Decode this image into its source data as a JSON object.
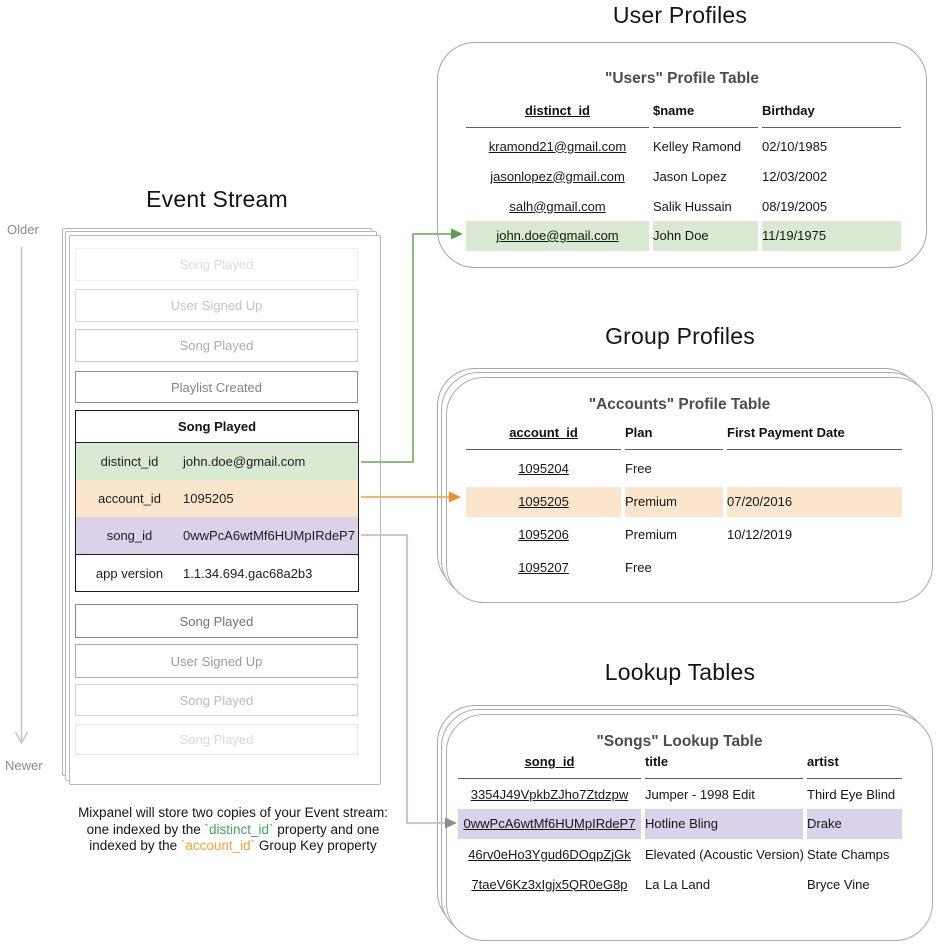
{
  "event_stream": {
    "title": "Event Stream",
    "older_label": "Older",
    "newer_label": "Newer",
    "items_above": [
      "Song Played",
      "User Signed Up",
      "Song Played",
      "Playlist Created"
    ],
    "detail": {
      "header": "Song Played",
      "rows": [
        {
          "key": "distinct_id",
          "value": "john.doe@gmail.com"
        },
        {
          "key": "account_id",
          "value": "1095205"
        },
        {
          "key": "song_id",
          "value": "0wwPcA6wtMf6HUMpIRdeP7"
        },
        {
          "key": "app version",
          "value": "1.1.34.694.gac68a2b3"
        }
      ]
    },
    "items_below": [
      "Song Played",
      "User Signed Up",
      "Song Played",
      "Song Played"
    ]
  },
  "user_profiles": {
    "section_title": "User Profiles",
    "table_title": "\"Users\" Profile Table",
    "columns": [
      "distinct_id",
      "$name",
      "Birthday"
    ],
    "rows": [
      [
        "kramond21@gmail.com",
        "Kelley Ramond",
        "02/10/1985"
      ],
      [
        "jasonlopez@gmail.com",
        "Jason Lopez",
        "12/03/2002"
      ],
      [
        "salh@gmail.com",
        "Salik Hussain",
        "08/19/2005"
      ],
      [
        "john.doe@gmail.com",
        "John Doe",
        "11/19/1975"
      ]
    ],
    "highlighted_row": 3
  },
  "group_profiles": {
    "section_title": "Group Profiles",
    "table_title": "\"Accounts\" Profile Table",
    "columns": [
      "account_id",
      "Plan",
      "First Payment Date"
    ],
    "rows": [
      [
        "1095204",
        "Free",
        ""
      ],
      [
        "1095205",
        "Premium",
        "07/20/2016"
      ],
      [
        "1095206",
        "Premium",
        "10/12/2019"
      ],
      [
        "1095207",
        "Free",
        ""
      ]
    ],
    "highlighted_row": 1
  },
  "lookup_tables": {
    "section_title": "Lookup Tables",
    "table_title": "\"Songs\" Lookup Table",
    "columns": [
      "song_id",
      "title",
      "artist"
    ],
    "rows": [
      [
        "3354J49VpkbZJho7Ztdzpw",
        "Jumper - 1998 Edit",
        "Third Eye Blind"
      ],
      [
        "0wwPcA6wtMf6HUMpIRdeP7",
        "Hotline Bling",
        "Drake"
      ],
      [
        "46rv0eHo3Ygud6DOqpZjGk",
        "Elevated (Acoustic Version)",
        "State Champs"
      ],
      [
        "7taeV6Kz3xIgjx5QR0eG8p",
        "La La Land",
        "Bryce Vine"
      ]
    ],
    "highlighted_row": 1
  },
  "footnote": {
    "line1": "Mixpanel will store two copies of your Event stream:",
    "line2_pre": "one indexed by the ",
    "line2_code": "`distinct_id`",
    "line2_post": " property and one",
    "line3_pre": "indexed by the ",
    "line3_code": "`account_id`",
    "line3_post": " Group Key property"
  },
  "colors": {
    "highlight_green": "#d9ead3",
    "highlight_orange": "#fce5cd",
    "highlight_purple": "#d9d2e9",
    "arrow_green": "#7fb569",
    "arrow_orange": "#f3ab57",
    "arrow_purple": "#c9badb",
    "arrow_gray": "#8f8f8f",
    "caption_green": "#3da65c",
    "caption_orange": "#f5a12d"
  }
}
